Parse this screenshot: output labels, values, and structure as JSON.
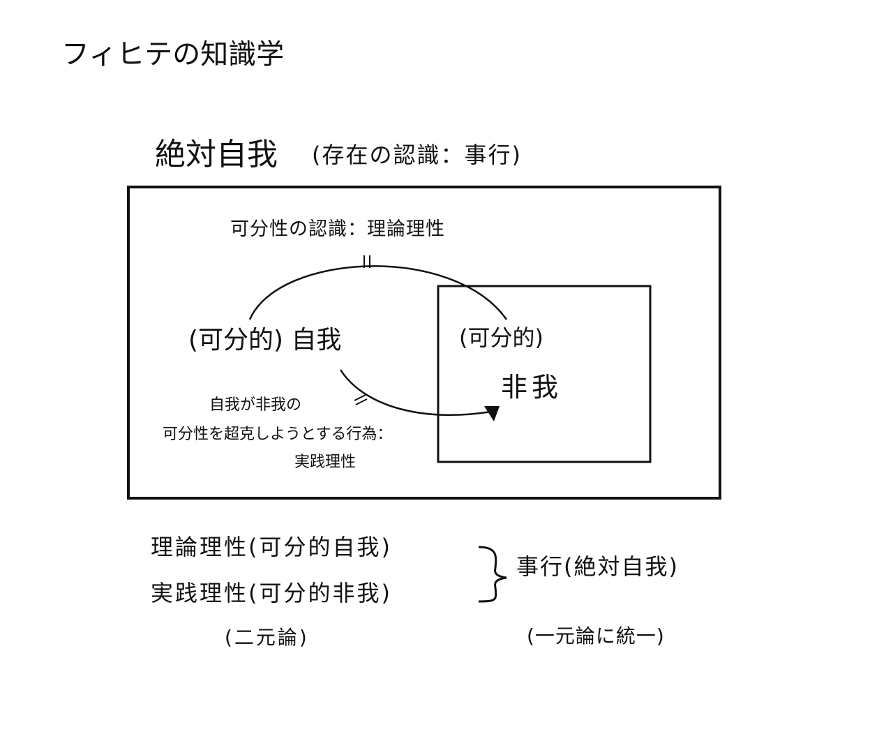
{
  "title": "フィヒテの知識学",
  "absolute_ego": {
    "label": "絶対自我",
    "note": "(存在の認識：事行)"
  },
  "theoretical_reason_label": "可分性の認識：理論理性",
  "divisible_ego_label": "(可分的) 自我",
  "divisible_nonego_label": "(可分的)",
  "nonego_label": "非我",
  "practical_reason_label": {
    "line1": "自我が非我の",
    "line2": "可分性を超克しようとする行為：",
    "line3": "実践理性"
  },
  "summary": {
    "line1": "理論理性(可分的自我)",
    "line2": "実践理性(可分的非我)",
    "brace": "}",
    "unified": "事行(絶対自我)",
    "dualism": "(二元論)",
    "monism": "(一元論に統一)"
  },
  "colors": {
    "ink": "#111111",
    "background": "#ffffff"
  }
}
